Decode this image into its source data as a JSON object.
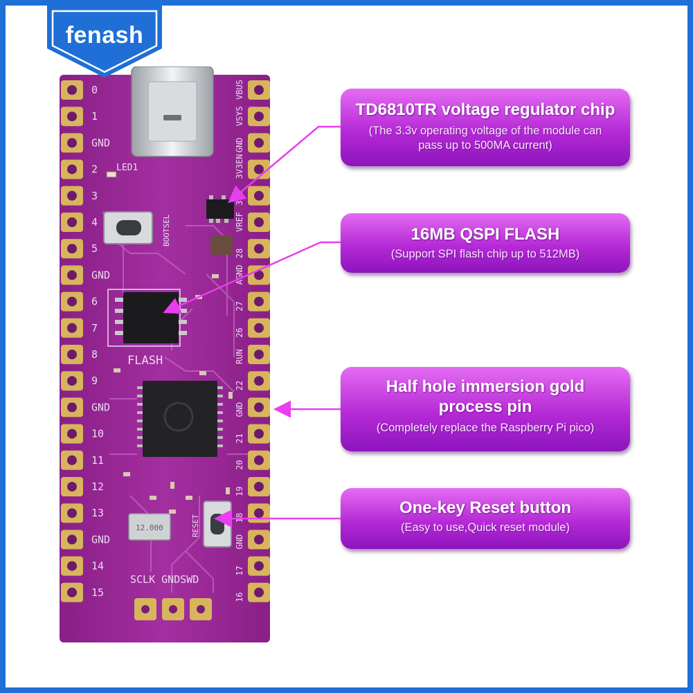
{
  "brand": {
    "name": "fenash"
  },
  "colors": {
    "border": "#1f6fd6",
    "pcb": "#9e2a9a",
    "pad_gold": "#d8b45c",
    "callout": "#b52ad6",
    "arrow": "#e93df0"
  },
  "board": {
    "left_pins": [
      "0",
      "1",
      "GND",
      "2",
      "3",
      "4",
      "5",
      "GND",
      "6",
      "7",
      "8",
      "9",
      "GND",
      "10",
      "11",
      "12",
      "13",
      "GND",
      "14",
      "15"
    ],
    "right_pins": [
      "VBUS",
      "VSYS",
      "GND",
      "3V3EN",
      "3V3",
      "VREF",
      "28",
      "AGND",
      "27",
      "26",
      "RUN",
      "22",
      "GND",
      "21",
      "20",
      "19",
      "18",
      "GND",
      "17",
      "16"
    ],
    "labels": {
      "led": "LED1",
      "boot": "BOOTSEL",
      "flash": "FLASH",
      "reset": "RESET",
      "debug": "SCLK GNDSWD",
      "crystal": "12.000"
    }
  },
  "callouts": [
    {
      "title": "TD6810TR voltage regulator chip",
      "desc": "(The 3.3v operating voltage of the module can pass up to 500MA current)"
    },
    {
      "title": "16MB QSPI FLASH",
      "desc": "(Support SPI flash chip up to 512MB)"
    },
    {
      "title": "Half hole immersion gold process pin",
      "desc": "(Completely replace the Raspberry Pi pico)"
    },
    {
      "title": "One-key Reset button",
      "desc": "(Easy to use,Quick reset module)"
    }
  ]
}
